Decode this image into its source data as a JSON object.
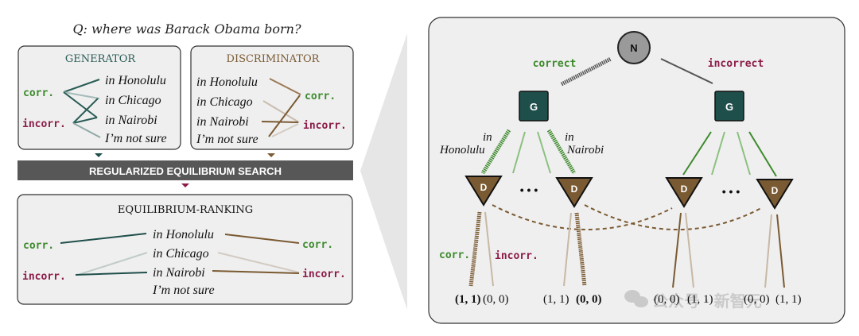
{
  "question": "Q: where was Barack Obama born?",
  "generator": {
    "title": "GENERATOR",
    "left": [
      "corr.",
      "incorr."
    ],
    "answers": [
      "in Honolulu",
      "in Chicago",
      "in Nairobi",
      "I’m not sure"
    ]
  },
  "discriminator": {
    "title": "DISCRIMINATOR",
    "answers": [
      "in Honolulu",
      "in Chicago",
      "in Nairobi",
      "I’m not sure"
    ],
    "right": [
      "corr.",
      "incorr."
    ]
  },
  "search_band": "REGULARIZED EQUILIBRIUM SEARCH",
  "ranking": {
    "title": "EQUILIBRIUM-RANKING",
    "left": [
      "corr.",
      "incorr."
    ],
    "answers": [
      "in Honolulu",
      "in Chicago",
      "in Nairobi",
      "I’m not sure"
    ],
    "right": [
      "corr.",
      "incorr."
    ]
  },
  "tree": {
    "root": "N",
    "branches": [
      "correct",
      "incorrect"
    ],
    "generator_node": "G",
    "discriminator_node": "D",
    "ellipsis": "• • •",
    "edge_labels": {
      "honolulu_in": "in",
      "honolulu": "Honolulu",
      "nairobi_in": "in",
      "nairobi": "Nairobi"
    },
    "leaf_labels": [
      "corr.",
      "incorr."
    ],
    "payoffs": [
      "(1, 1)",
      "(0, 0)",
      "(1, 1)",
      "(0, 0)",
      "(0, 0)",
      "(1, 1)",
      "(0, 0)",
      "(1, 1)"
    ]
  },
  "watermark": "公众号 · 新智元",
  "colors": {
    "green": "#3d8a2c",
    "red": "#8c1b48",
    "teal": "#1f4f4b",
    "brown": "#7a5a32"
  }
}
